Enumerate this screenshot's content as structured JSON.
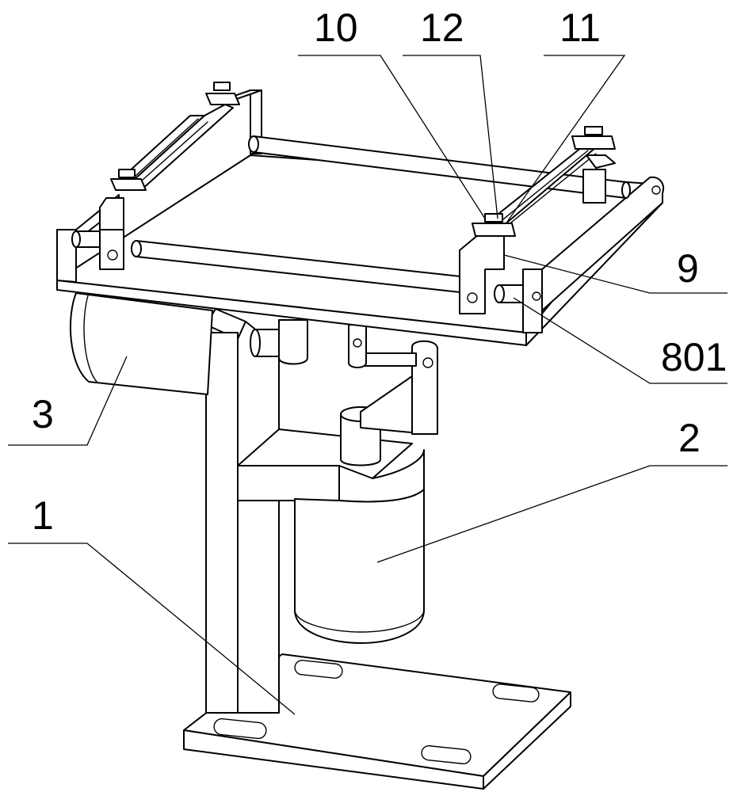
{
  "labels": {
    "base": "1",
    "motor": "2",
    "cylinder": "3",
    "frame": "9",
    "shaft": "801",
    "clamp_a": "10",
    "clamp_b": "12",
    "clamp_c": "11"
  }
}
